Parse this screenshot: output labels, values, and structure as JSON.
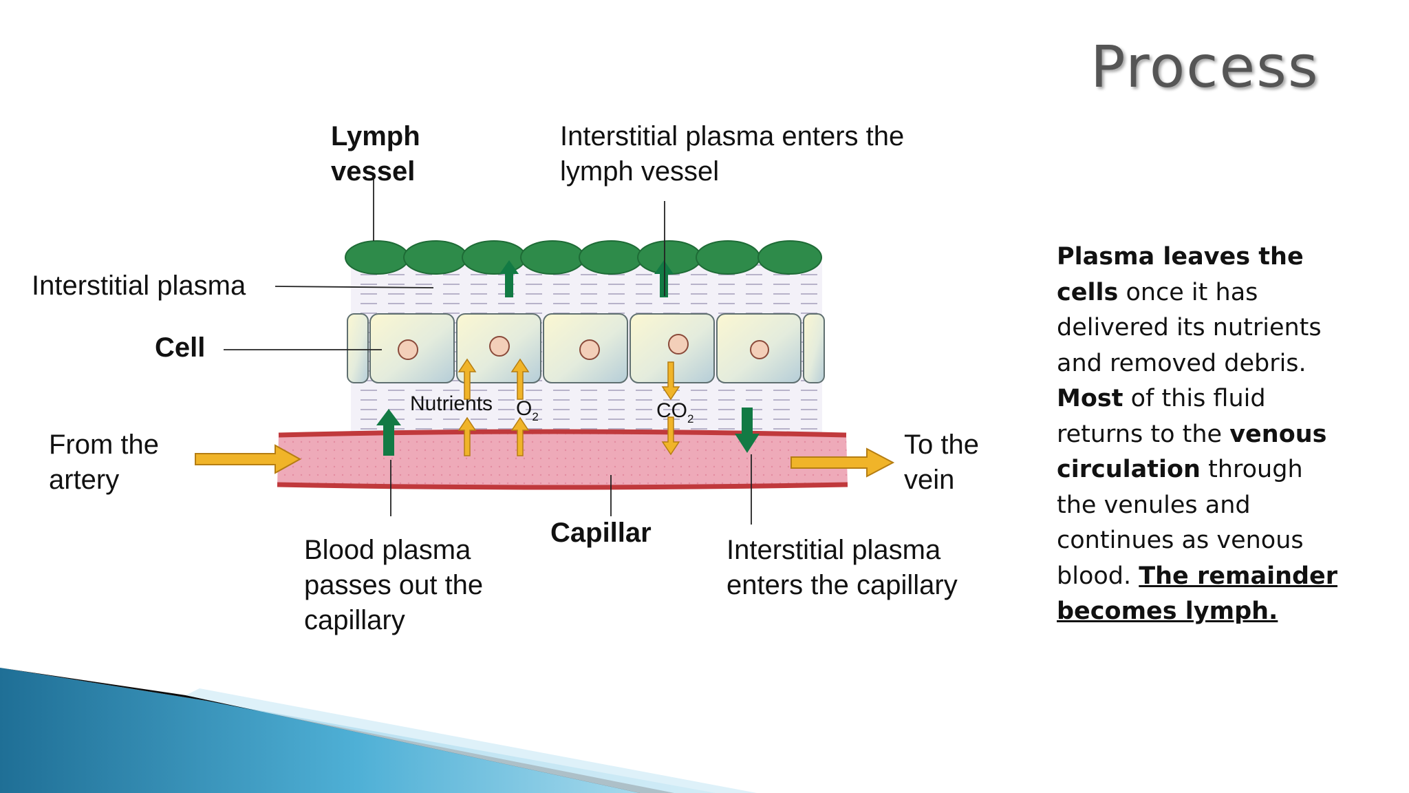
{
  "slide": {
    "title": "Process"
  },
  "diagram": {
    "labels": {
      "lymph_vessel_line1": "Lymph",
      "lymph_vessel_line2": "vessel",
      "enters_lymph_line1": "Interstitial plasma enters the",
      "enters_lymph_line2": "lymph vessel",
      "interstitial_plasma": "Interstitial plasma",
      "cell": "Cell",
      "from_artery_line1": "From the",
      "from_artery_line2": "artery",
      "to_vein_line1": "To the",
      "to_vein_line2": "vein",
      "nutrients": "Nutrients",
      "o2": "O",
      "o2_sub": "2",
      "co2": "CO",
      "co2_sub": "2",
      "blood_plasma_line1": "Blood plasma",
      "blood_plasma_line2": "passes out the",
      "blood_plasma_line3": "capillary",
      "capillar": "Capillar",
      "enters_capillary_line1": "Interstitial plasma",
      "enters_capillary_line2": "enters the capillary"
    },
    "colors": {
      "lymph_green": "#2e8b4a",
      "capillary_pink": "#e9a3b3",
      "capillary_edge": "#c0393c",
      "arrow_orange": "#f0b429",
      "arrow_green": "#127a44",
      "cell_fill": "#dfeadf"
    }
  },
  "side_text": {
    "p1_bold": "Plasma leaves the cells",
    "p1_rest": " once it has delivered its nutrients and removed debris.",
    "p2_bold": "Most",
    "p2_rest": " of this fluid returns to the ",
    "p2_bold2": "venous circulation",
    "p2_rest2": " through the venules and continues as venous blood.",
    "p3_underline": "The remainder becomes lymph."
  }
}
